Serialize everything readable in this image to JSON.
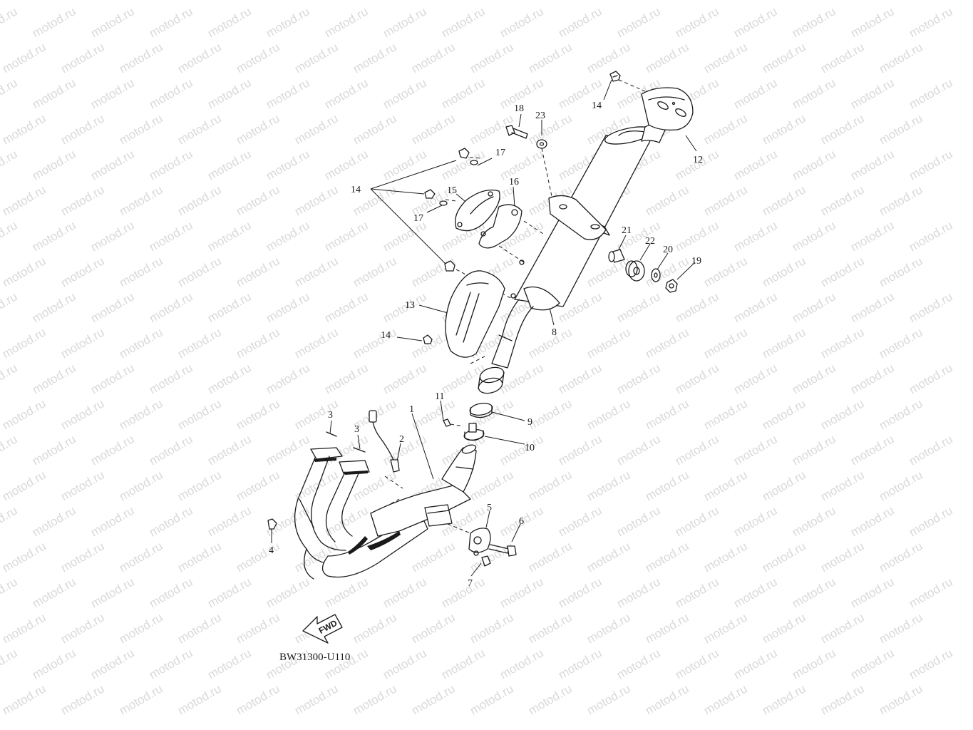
{
  "watermark": {
    "text": "motod.ru"
  },
  "diagram": {
    "code": "BW31300-U110",
    "fwd_label": "FWD",
    "callouts": [
      "1",
      "2",
      "3",
      "3",
      "4",
      "5",
      "6",
      "7",
      "8",
      "9",
      "10",
      "11",
      "12",
      "13",
      "14",
      "14",
      "14",
      "15",
      "16",
      "17",
      "17",
      "18",
      "19",
      "20",
      "21",
      "22",
      "23"
    ]
  }
}
